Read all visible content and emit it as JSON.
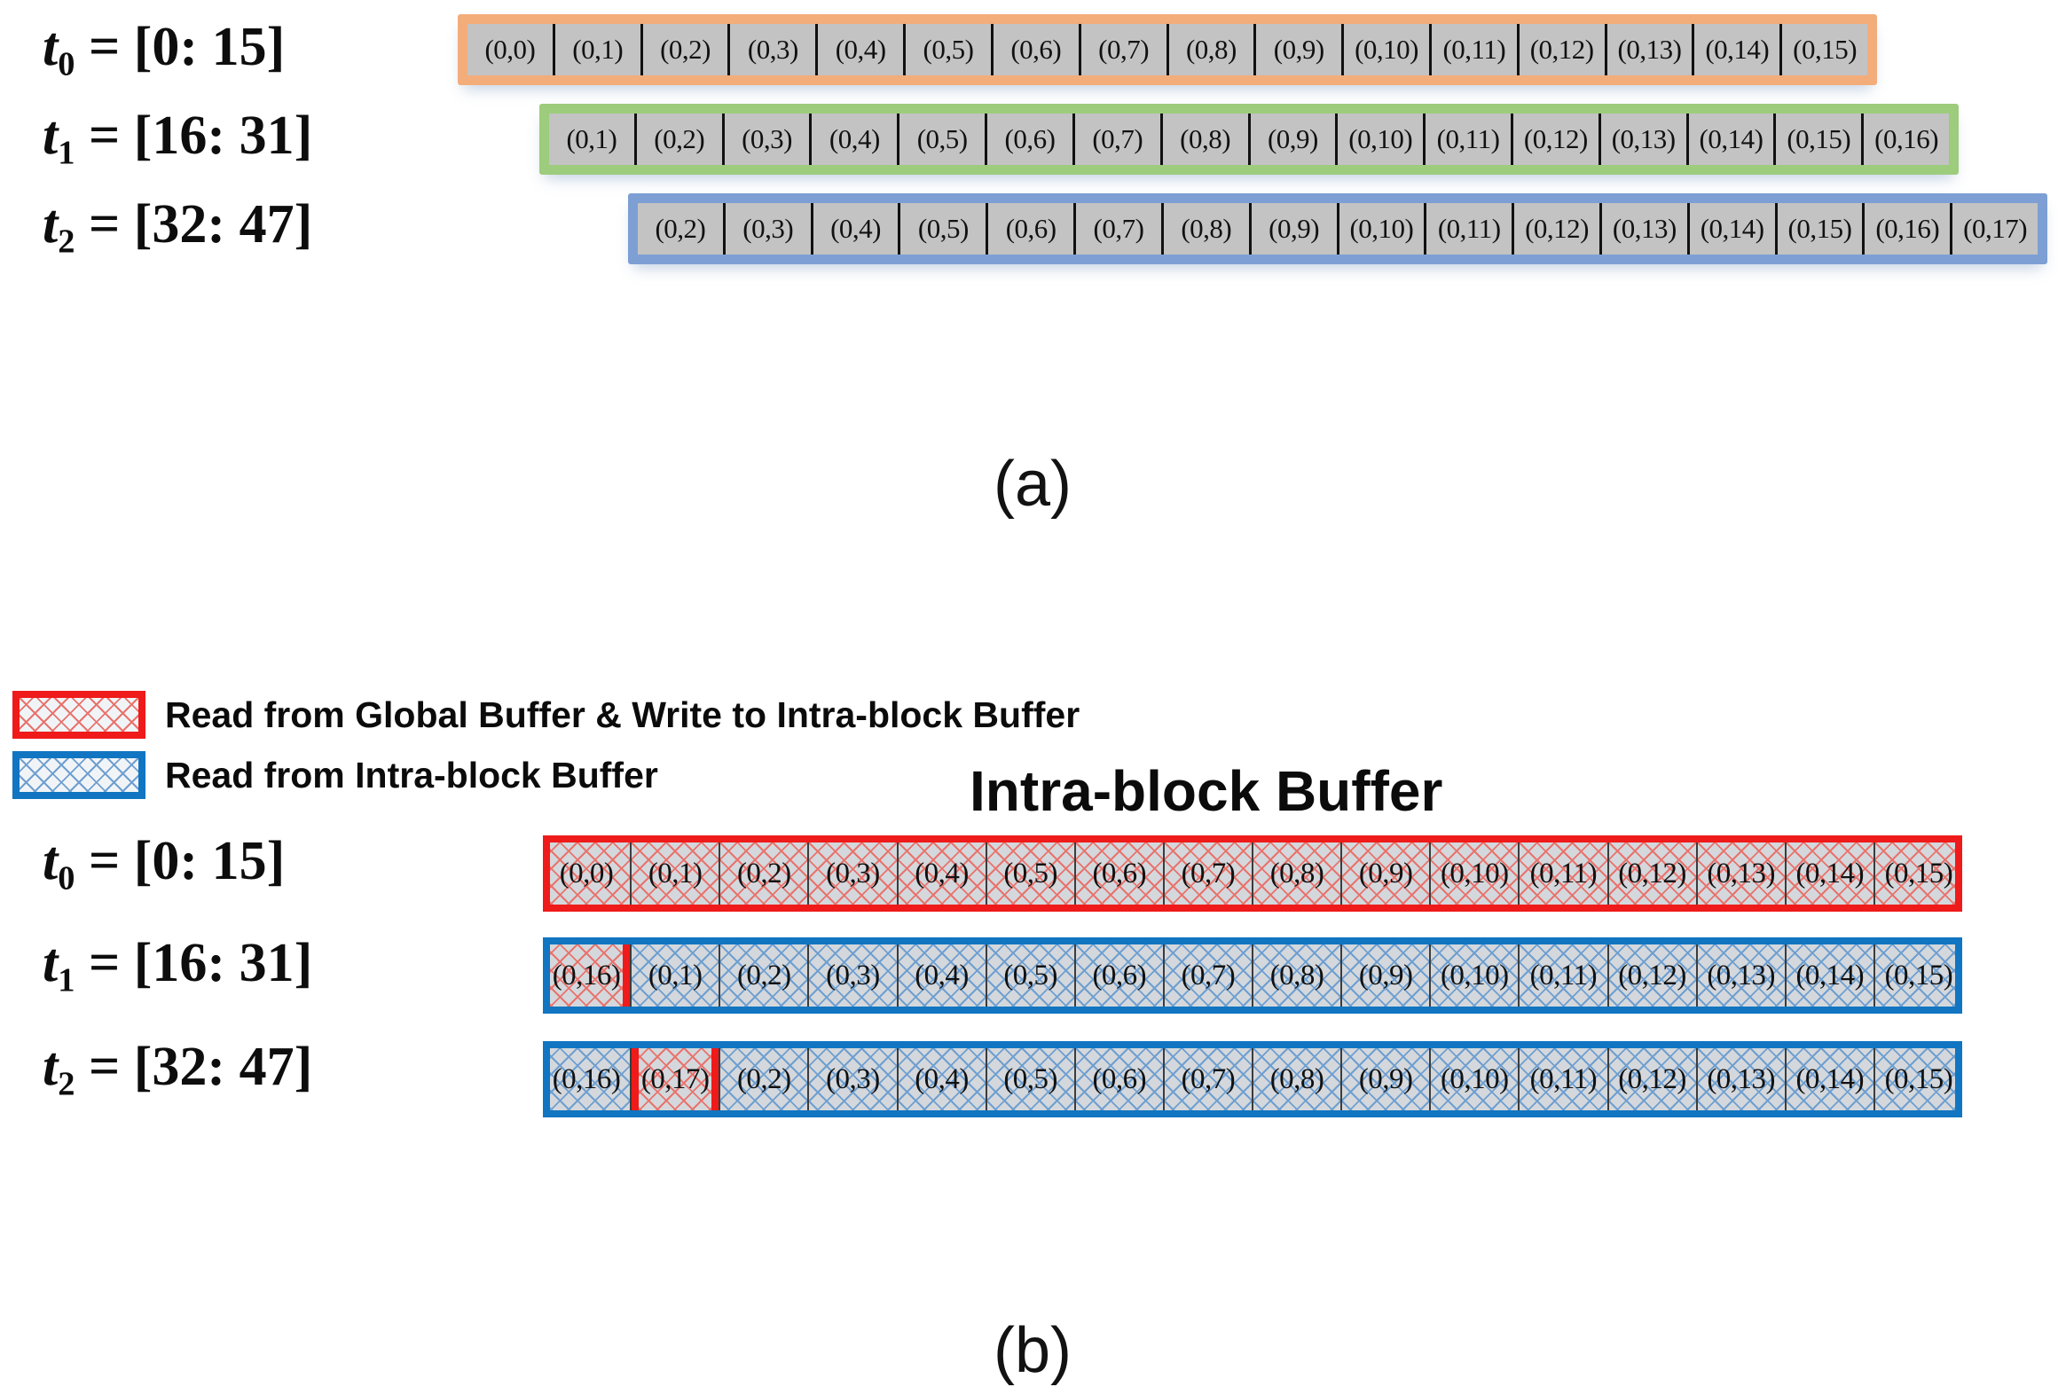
{
  "colors": {
    "orange_border": "#f3ad7a",
    "green_border": "#9ccc7c",
    "blue_border": "#7d9fd4",
    "cell_gray": "#c3c3c3",
    "legend_red": "#ef1a1a",
    "legend_blue": "#1175c1",
    "hatch_red": "#e8736d",
    "hatch_blue": "#6f9fd0"
  },
  "panel_a": {
    "caption": "(a)",
    "rows": [
      {
        "label_base": "t",
        "label_sub": "0",
        "label_eq": "= [0: 15]",
        "border_color_name": "orange",
        "cells": [
          "(0,0)",
          "(0,1)",
          "(0,2)",
          "(0,3)",
          "(0,4)",
          "(0,5)",
          "(0,6)",
          "(0,7)",
          "(0,8)",
          "(0,9)",
          "(0,10)",
          "(0,11)",
          "(0,12)",
          "(0,13)",
          "(0,14)",
          "(0,15)"
        ]
      },
      {
        "label_base": "t",
        "label_sub": "1",
        "label_eq": "= [16: 31]",
        "border_color_name": "green",
        "cells": [
          "(0,1)",
          "(0,2)",
          "(0,3)",
          "(0,4)",
          "(0,5)",
          "(0,6)",
          "(0,7)",
          "(0,8)",
          "(0,9)",
          "(0,10)",
          "(0,11)",
          "(0,12)",
          "(0,13)",
          "(0,14)",
          "(0,15)",
          "(0,16)"
        ]
      },
      {
        "label_base": "t",
        "label_sub": "2",
        "label_eq": "= [32: 47]",
        "border_color_name": "blue",
        "cells": [
          "(0,2)",
          "(0,3)",
          "(0,4)",
          "(0,5)",
          "(0,6)",
          "(0,7)",
          "(0,8)",
          "(0,9)",
          "(0,10)",
          "(0,11)",
          "(0,12)",
          "(0,13)",
          "(0,14)",
          "(0,15)",
          "(0,16)",
          "(0,17)"
        ]
      }
    ]
  },
  "legend": {
    "items": [
      {
        "swatch": "red-hatch-swatch",
        "label": "Read from Global Buffer & Write to Intra-block Buffer"
      },
      {
        "swatch": "blue-hatch-swatch",
        "label": "Read from Intra-block Buffer"
      }
    ]
  },
  "panel_b": {
    "title": "Intra-block Buffer",
    "caption": "(b)",
    "rows": [
      {
        "label_base": "t",
        "label_sub": "0",
        "label_eq": "= [0: 15]",
        "frame": "red",
        "cells": [
          {
            "text": "(0,0)",
            "fill": "red"
          },
          {
            "text": "(0,1)",
            "fill": "red"
          },
          {
            "text": "(0,2)",
            "fill": "red"
          },
          {
            "text": "(0,3)",
            "fill": "red"
          },
          {
            "text": "(0,4)",
            "fill": "red"
          },
          {
            "text": "(0,5)",
            "fill": "red"
          },
          {
            "text": "(0,6)",
            "fill": "red"
          },
          {
            "text": "(0,7)",
            "fill": "red"
          },
          {
            "text": "(0,8)",
            "fill": "red"
          },
          {
            "text": "(0,9)",
            "fill": "red"
          },
          {
            "text": "(0,10)",
            "fill": "red"
          },
          {
            "text": "(0,11)",
            "fill": "red"
          },
          {
            "text": "(0,12)",
            "fill": "red"
          },
          {
            "text": "(0,13)",
            "fill": "red"
          },
          {
            "text": "(0,14)",
            "fill": "red"
          },
          {
            "text": "(0,15)",
            "fill": "red"
          }
        ]
      },
      {
        "label_base": "t",
        "label_sub": "1",
        "label_eq": "= [16: 31]",
        "frame": "blue",
        "cells": [
          {
            "text": "(0,16)",
            "fill": "red",
            "outline": "red"
          },
          {
            "text": "(0,1)",
            "fill": "blue"
          },
          {
            "text": "(0,2)",
            "fill": "blue"
          },
          {
            "text": "(0,3)",
            "fill": "blue"
          },
          {
            "text": "(0,4)",
            "fill": "blue"
          },
          {
            "text": "(0,5)",
            "fill": "blue"
          },
          {
            "text": "(0,6)",
            "fill": "blue"
          },
          {
            "text": "(0,7)",
            "fill": "blue"
          },
          {
            "text": "(0,8)",
            "fill": "blue"
          },
          {
            "text": "(0,9)",
            "fill": "blue"
          },
          {
            "text": "(0,10)",
            "fill": "blue"
          },
          {
            "text": "(0,11)",
            "fill": "blue"
          },
          {
            "text": "(0,12)",
            "fill": "blue"
          },
          {
            "text": "(0,13)",
            "fill": "blue"
          },
          {
            "text": "(0,14)",
            "fill": "blue"
          },
          {
            "text": "(0,15)",
            "fill": "blue"
          }
        ]
      },
      {
        "label_base": "t",
        "label_sub": "2",
        "label_eq": "= [32: 47]",
        "frame": "blue",
        "cells": [
          {
            "text": "(0,16)",
            "fill": "blue"
          },
          {
            "text": "(0,17)",
            "fill": "red",
            "outline": "red"
          },
          {
            "text": "(0,2)",
            "fill": "blue"
          },
          {
            "text": "(0,3)",
            "fill": "blue"
          },
          {
            "text": "(0,4)",
            "fill": "blue"
          },
          {
            "text": "(0,5)",
            "fill": "blue"
          },
          {
            "text": "(0,6)",
            "fill": "blue"
          },
          {
            "text": "(0,7)",
            "fill": "blue"
          },
          {
            "text": "(0,8)",
            "fill": "blue"
          },
          {
            "text": "(0,9)",
            "fill": "blue"
          },
          {
            "text": "(0,10)",
            "fill": "blue"
          },
          {
            "text": "(0,11)",
            "fill": "blue"
          },
          {
            "text": "(0,12)",
            "fill": "blue"
          },
          {
            "text": "(0,13)",
            "fill": "blue"
          },
          {
            "text": "(0,14)",
            "fill": "blue"
          },
          {
            "text": "(0,15)",
            "fill": "blue"
          }
        ]
      }
    ]
  }
}
